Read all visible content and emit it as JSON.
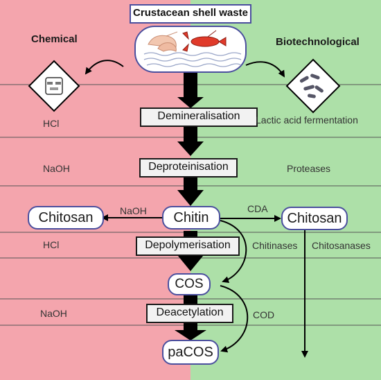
{
  "colors": {
    "chemical_bg": "#f4a5ad",
    "bio_bg": "#ade0a8",
    "pill_border": "#4b4f9e",
    "main_arrow": "#000000",
    "divider": "#555555"
  },
  "title": "Crustacean shell waste",
  "sides": {
    "chemical": "Chemical",
    "biotechnological": "Biotechnological"
  },
  "steps": {
    "demineralisation": "Demineralisation",
    "deproteinisation": "Deproteinisation",
    "depolymerisation": "Depolymerisation",
    "deacetylation": "Deacetylation"
  },
  "products": {
    "chitin": "Chitin",
    "chitosan_left": "Chitosan",
    "chitosan_right": "Chitosan",
    "cos": "COS",
    "pacos": "paCOS"
  },
  "chemical_agents": {
    "hcl_1": "HCl",
    "naoh_1": "NaOH",
    "naoh_chitosan": "NaOH",
    "hcl_2": "HCl",
    "naoh_2": "NaOH"
  },
  "bio_agents": {
    "lactic": "Lactic acid fermentation",
    "proteases": "Proteases",
    "cda": "CDA",
    "chitinases": "Chitinases",
    "chitosanases": "Chitosanases",
    "cod": "COD"
  },
  "icons": {
    "shell": "shrimp-lobster-illustration",
    "chemical": "lab-glassware-icon",
    "bio": "bacteria-icon"
  }
}
